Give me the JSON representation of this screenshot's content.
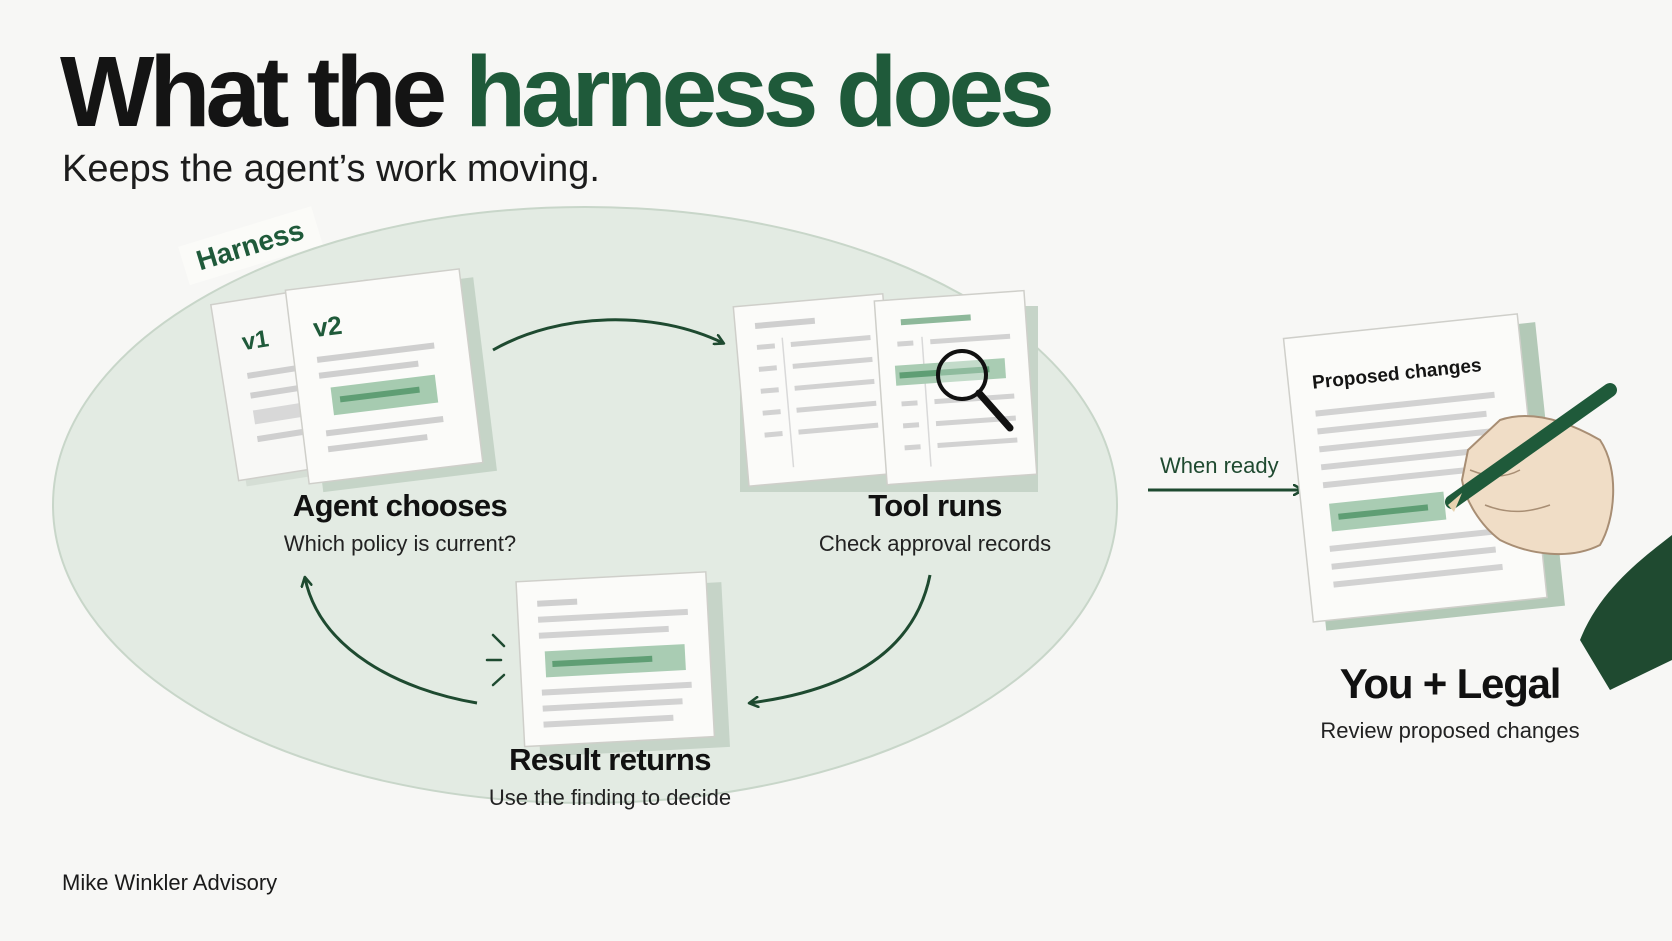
{
  "title": {
    "lead": "What the",
    "accent": "harness does"
  },
  "subtitle": "Keeps the agent’s work moving.",
  "harness_label": "Harness",
  "steps": [
    {
      "head": "Agent chooses",
      "sub": "Which policy is current?"
    },
    {
      "head": "Tool runs",
      "sub": "Check approval records"
    },
    {
      "head": "Result returns",
      "sub": "Use the finding to decide"
    }
  ],
  "documents": {
    "version_1": "v1",
    "version_2": "v2",
    "proposal_title": "Proposed changes"
  },
  "handoff": {
    "label": "When ready",
    "head": "You + Legal",
    "sub": "Review proposed changes"
  },
  "footer": "Mike Winkler Advisory",
  "colors": {
    "accent": "#1f5a3a",
    "loop_fill": "#e3ebe3",
    "highlight": "#9ec4a8"
  }
}
